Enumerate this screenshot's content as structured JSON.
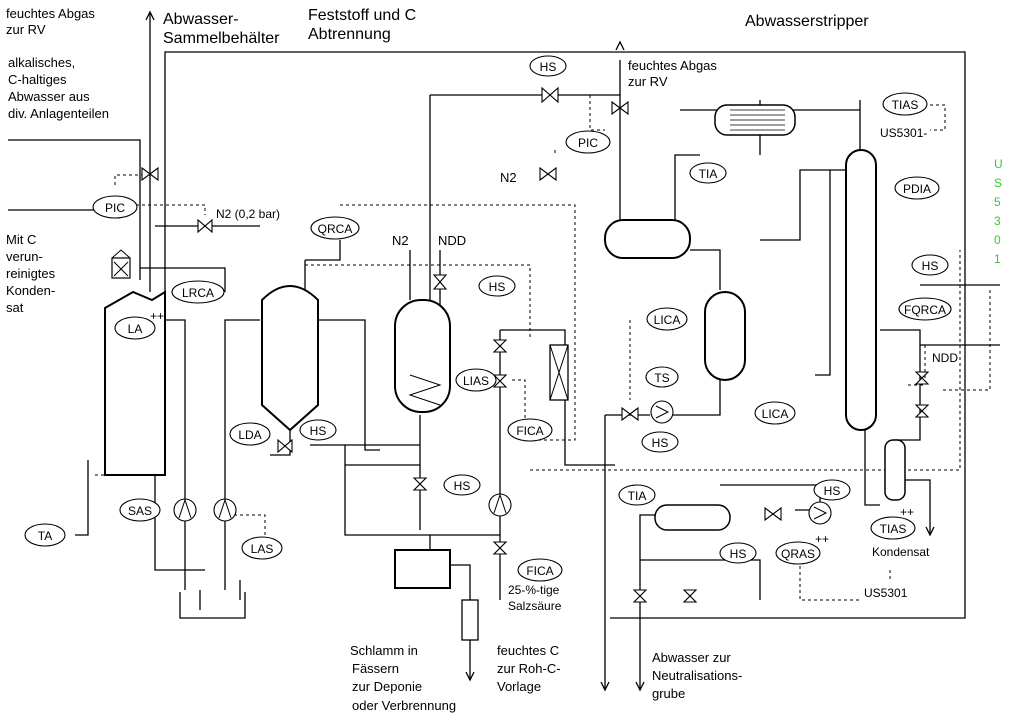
{
  "headings": {
    "collection_tank": [
      "Abwasser-",
      "Sammelbehälter"
    ],
    "solids_separation": [
      "Feststoff und C",
      "Abtrennung"
    ],
    "stripper": "Abwasserstripper"
  },
  "streams": {
    "offgas_in": [
      "feuchtes Abgas",
      "zur RV"
    ],
    "offgas_mid": [
      "feuchtes Abgas",
      "zur RV"
    ],
    "alkaline_water": [
      "alkalisches,",
      "C-haltiges",
      "Abwasser aus",
      "div. Anlagenteilen"
    ],
    "condensate_in": [
      "Mit C",
      "verun-",
      "reinigtes",
      "Konden-",
      "sat"
    ],
    "n2_low": "N2 (0,2 bar)",
    "n2_left": "N2",
    "n2_top": "N2",
    "ndd_top": "NDD",
    "ndd_right": "NDD",
    "acid": [
      "25-%-tige",
      "Salzsäure"
    ],
    "sludge": [
      "Schlamm in",
      "Fässern",
      "zur Deponie",
      "oder Verbrennung"
    ],
    "wet_carbon": [
      "feuchtes C",
      "zur Roh-C-",
      "Vorlage"
    ],
    "wastewater_out": [
      "Abwasser zur",
      "Neutralisations-",
      "grube"
    ],
    "condensate_out": "Kondensat",
    "us_bottom": "US5301",
    "us_top": "US5301-",
    "us_vertical": [
      "U",
      "S",
      "5",
      "3",
      "0",
      "1"
    ],
    "us_vertical_color": "#33cc33"
  },
  "instruments": {
    "pic_left": "PIC",
    "pic_mid": "PIC",
    "hs_top": "HS",
    "qrca": "QRCA",
    "lrca": "LRCA",
    "la": "LA",
    "la_alarm": "++",
    "lda": "LDA",
    "hs_lda": "HS",
    "hs_vessel": "HS",
    "lias": "LIAS",
    "fica_top": "FICA",
    "fica_bottom": "FICA",
    "hs_pump": "HS",
    "sas": "SAS",
    "las": "LAS",
    "ta": "TA",
    "tia_top": "TIA",
    "tia_bottom": "TIA",
    "tias_top": "TIAS",
    "tias_bottom": "TIAS",
    "tias_alarm": "++",
    "pdia": "PDIA",
    "hs_right": "HS",
    "fqrca": "FQRCA",
    "lica_drum": "LICA",
    "lica_col": "LICA",
    "ts": "TS",
    "hs_ts": "HS",
    "hs_cooler": "HS",
    "hs_out": "HS",
    "qras": "QRAS",
    "qras_alarm": "++"
  }
}
